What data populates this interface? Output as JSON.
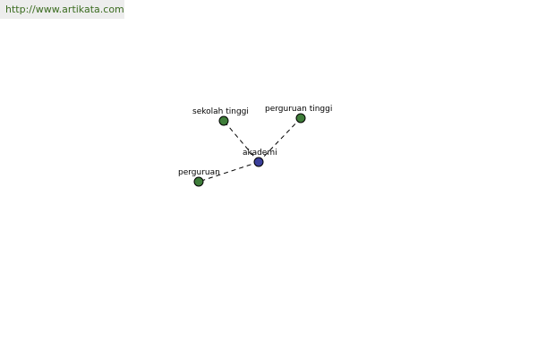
{
  "watermark": {
    "url": "http://www.artikata.com",
    "color": "#3a6b1f"
  },
  "graph": {
    "nodes": [
      {
        "id": "center",
        "label": "akademi",
        "color": "#3a3f9a"
      },
      {
        "id": "n1",
        "label": "sekolah tinggi",
        "color": "#3f7d3a"
      },
      {
        "id": "n2",
        "label": "perguruan tinggi",
        "color": "#3f7d3a"
      },
      {
        "id": "n3",
        "label": "perguruan",
        "color": "#3f7d3a"
      }
    ],
    "edges": [
      {
        "from": "center",
        "to": "n1"
      },
      {
        "from": "center",
        "to": "n2"
      },
      {
        "from": "center",
        "to": "n3"
      }
    ]
  }
}
